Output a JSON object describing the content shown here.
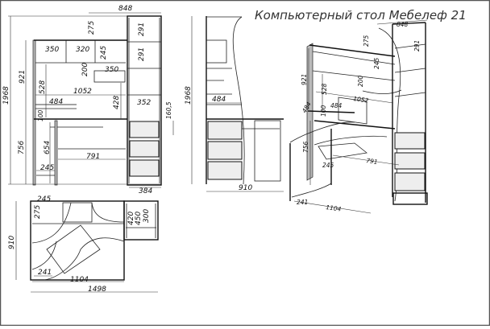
{
  "title": "Компьютерный стол Мебелеф 21",
  "front_view": {
    "width_total": "848",
    "height_total": "1968",
    "top_gap": "275",
    "cell_left": "350",
    "cell_mid": "320",
    "cell_height": "245",
    "tower_top_cell": "291",
    "tower_second_cell": "291",
    "hutch_height": "921",
    "hutch_inner": "528",
    "shelf_drop": "200",
    "shelf_width": "350",
    "desk_width": "1052",
    "small_shelf": "484",
    "shelf_to_desk": "428",
    "tower_width": "352",
    "drawer_height": "160,5",
    "small_gap": "100",
    "desk_height": "756",
    "leg_inner": "654",
    "knee_width": "791",
    "leg_offset": "245",
    "tower_depth": "384"
  },
  "side_view": {
    "height_total": "1968",
    "shelf_depth": "484",
    "depth_total": "910"
  },
  "plan_view": {
    "left_width": "245",
    "left_depth": "275",
    "tower_a": "420",
    "tower_b": "450",
    "tower_c": "300",
    "depth_total": "910",
    "corner": "241",
    "desk_width": "1104",
    "total_width": "1498"
  },
  "iso_view": {
    "width_total": "848",
    "top_gap": "275",
    "tower_top_cell": "291",
    "hutch_height": "921",
    "cell_height": "245",
    "hutch_inner": "528",
    "shelf_drop": "200",
    "desk_width": "1052",
    "small_shelf": "484",
    "small_shelf_side": "484",
    "small_gap": "100",
    "desk_height": "756",
    "leg_offset": "245",
    "knee_width": "791",
    "corner": "241",
    "desk_depth_width": "1104"
  }
}
